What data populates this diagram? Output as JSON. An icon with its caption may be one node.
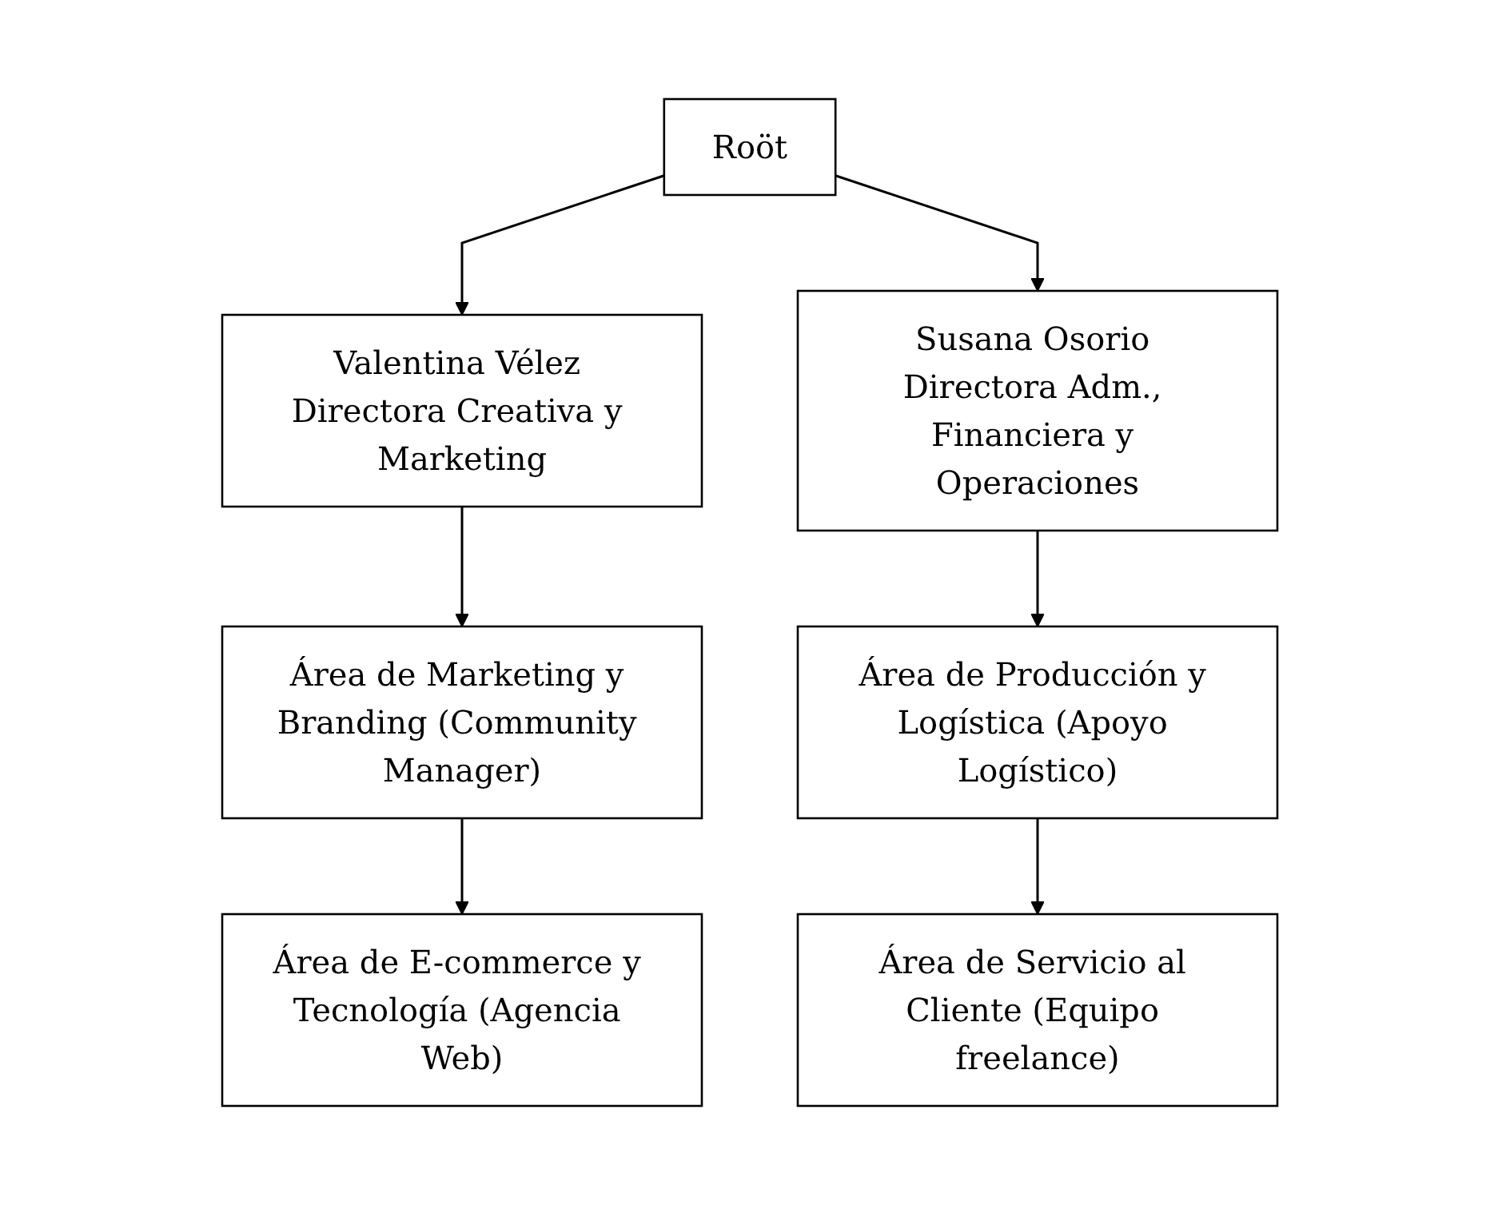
{
  "diagram": {
    "nodes": [
      {
        "text": [
          "Roöt"
        ]
      },
      {
        "text": [
          "Valentina Vélez Directora Creativa y Marketing"
        ]
      },
      {
        "text": [
          "Susana Osorio Directora Adm., Financiera y Operaciones"
        ]
      },
      {
        "text": [
          "Área de Marketing y Branding (Community Manager)"
        ]
      },
      {
        "text": [
          "Área de Producción y Logística (Apoyo Logístico)"
        ]
      },
      {
        "text": [
          "Área de E-commerce y Tecnología (Agencia Web)"
        ]
      },
      {
        "text": [
          "Área de Servicio al Cliente (Equipo freelance)"
        ]
      }
    ],
    "edges": [
      {
        "from": 0,
        "to": 1,
        "arrow": "to"
      },
      {
        "from": 0,
        "to": 2,
        "arrow": "to"
      },
      {
        "from": 1,
        "to": 3,
        "arrow": "to"
      },
      {
        "from": 2,
        "to": 4,
        "arrow": "to"
      },
      {
        "from": 3,
        "to": 5,
        "arrow": "to"
      },
      {
        "from": 4,
        "to": 6,
        "arrow": "to"
      }
    ]
  }
}
